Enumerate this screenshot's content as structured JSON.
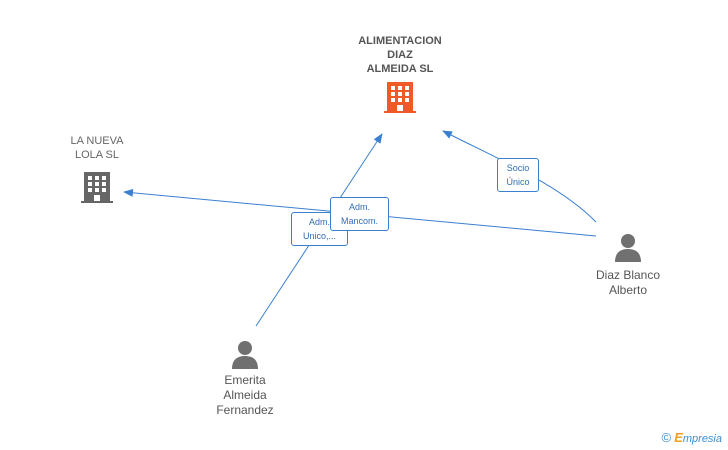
{
  "nodes": {
    "main_company": {
      "label": "ALIMENTACION\nDIAZ\nALMEIDA SL",
      "icon": "building-icon",
      "color": "#f05a28"
    },
    "company_2": {
      "label": "LA NUEVA\nLOLA  SL",
      "icon": "building-icon",
      "color": "#666666"
    },
    "person_diaz": {
      "label": "Diaz Blanco\nAlberto",
      "icon": "person-icon",
      "color": "#707070"
    },
    "person_emerita": {
      "label": "Emerita\nAlmeida\nFernandez",
      "icon": "person-icon",
      "color": "#707070"
    }
  },
  "edge_labels": {
    "adm_mancom": "Adm.\nMancom.",
    "adm_unico": "Adm.\nUnico,...",
    "socio_unico": "Socio\nÚnico"
  },
  "colors": {
    "edge": "#3a7fd0"
  },
  "footer": {
    "copyright": "©",
    "brand_first": "E",
    "brand_rest": "mpresia"
  }
}
